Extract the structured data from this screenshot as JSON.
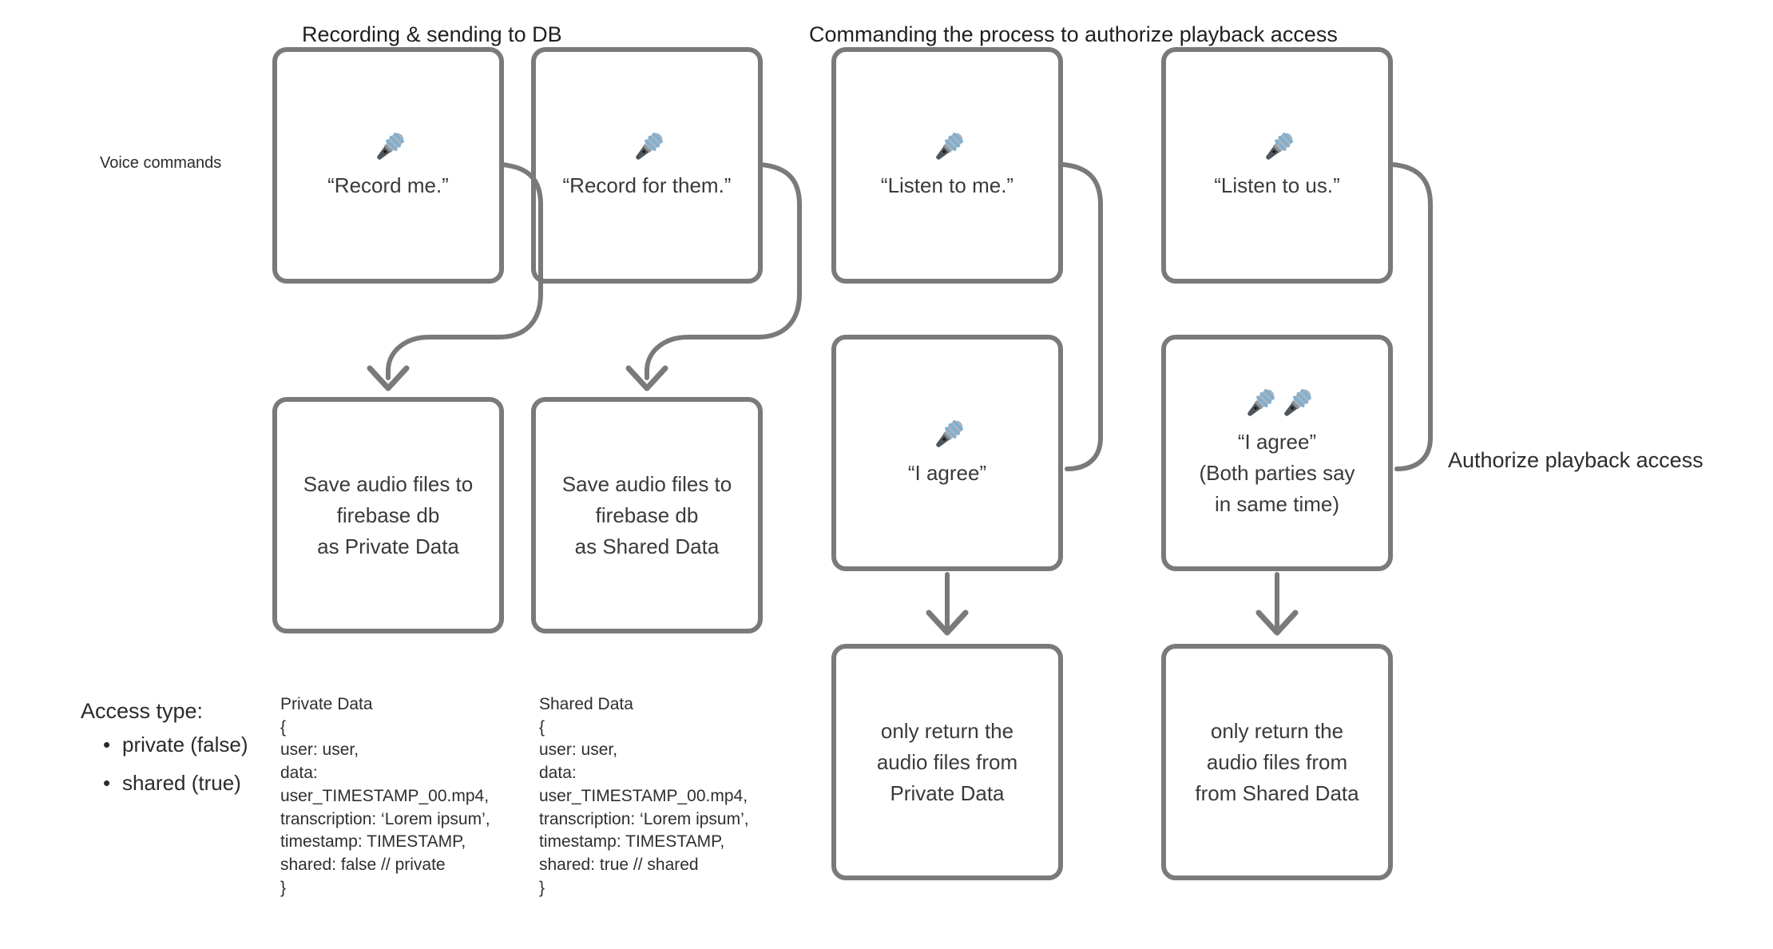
{
  "titles": {
    "recording": "Recording & sending to DB",
    "commanding": "Commanding the process to authorize playback access"
  },
  "labels": {
    "voice_commands": "Voice commands",
    "authorize": "Authorize playback access"
  },
  "icons": {
    "microphone": "microphone-icon"
  },
  "colors": {
    "line_gray": "#7a7a7a",
    "text_dark": "#3a3a3c",
    "mic_head": "#aab3bb",
    "mic_stripe": "#7cb0d6",
    "mic_handle": "#4e555c"
  },
  "boxes": {
    "record_me": {
      "text": "“Record me.”"
    },
    "record_for_them": {
      "text": "“Record for them.”"
    },
    "listen_to_me": {
      "text": "“Listen to me.”"
    },
    "listen_to_us": {
      "text": "“Listen to us.”"
    },
    "save_private": {
      "lines": [
        "Save audio files to",
        "firebase db",
        "as Private Data"
      ]
    },
    "save_shared": {
      "lines": [
        "Save audio files to",
        "firebase db",
        "as Shared Data"
      ]
    },
    "i_agree": {
      "text": "“I agree”"
    },
    "i_agree_both": {
      "lines": [
        "“I agree”",
        "(Both parties say",
        "in same time)"
      ]
    },
    "return_private": {
      "lines": [
        "only return the",
        "audio files from",
        "Private Data"
      ]
    },
    "return_shared": {
      "lines": [
        "only return the",
        "audio files from",
        "from Shared Data"
      ]
    }
  },
  "access_type": {
    "title": "Access type:",
    "items": [
      "private (false)",
      "shared (true)"
    ]
  },
  "code_blocks": {
    "private": {
      "lines": [
        "Private Data",
        "{",
        "user: user,",
        "data:",
        "user_TIMESTAMP_00.mp4,",
        "transcription: ‘Lorem ipsum’,",
        "timestamp: TIMESTAMP,",
        "shared: false // private",
        "}"
      ]
    },
    "shared": {
      "lines": [
        "Shared Data",
        "{",
        "user: user,",
        "data:",
        "user_TIMESTAMP_00.mp4,",
        "transcription: ‘Lorem ipsum’,",
        "timestamp: TIMESTAMP,",
        "shared: true // shared",
        "}"
      ]
    }
  }
}
